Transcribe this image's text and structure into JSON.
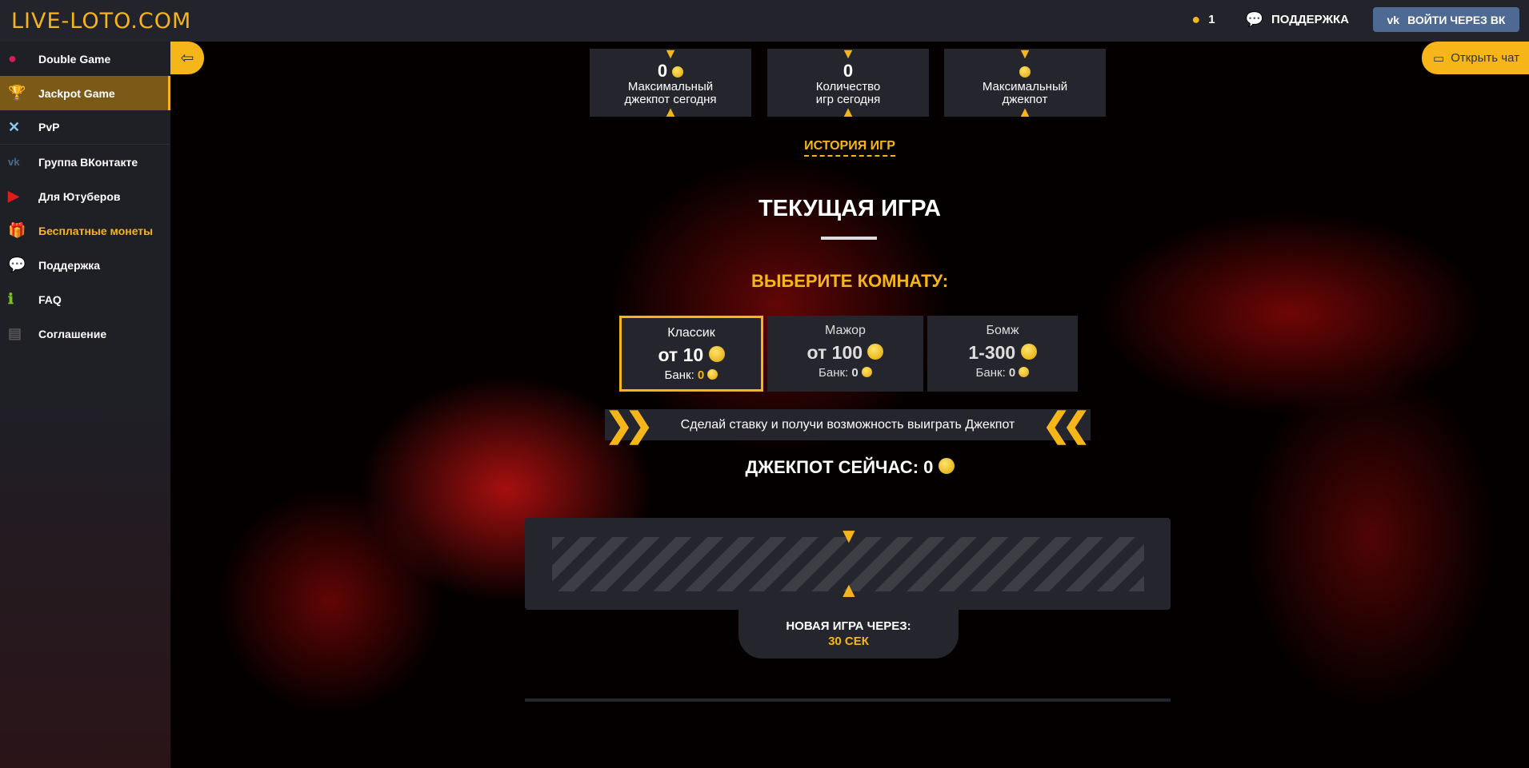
{
  "header": {
    "logo": "LIVE-LOTO.COM",
    "online_count": "1",
    "support_label": "ПОДДЕРЖКА",
    "login_label": "ВОЙТИ ЧЕРЕЗ ВК"
  },
  "sidebar": {
    "items": [
      {
        "label": "Double Game",
        "icon": "chip-icon"
      },
      {
        "label": "Jackpot Game",
        "icon": "trophy-icon"
      },
      {
        "label": "PvP",
        "icon": "swords-icon"
      },
      {
        "label": "Группа ВКонтакте",
        "icon": "vk-icon"
      },
      {
        "label": "Для Ютуберов",
        "icon": "youtube-icon"
      },
      {
        "label": "Бесплатные монеты",
        "icon": "gift-icon"
      },
      {
        "label": "Поддержка",
        "icon": "chat-icon"
      },
      {
        "label": "FAQ",
        "icon": "info-icon"
      },
      {
        "label": "Соглашение",
        "icon": "document-icon"
      }
    ]
  },
  "chat_button": "Открыть чат",
  "stats": [
    {
      "value": "0",
      "label1": "Максимальный",
      "label2": "джекпот сегодня"
    },
    {
      "value": "0",
      "label1": "Количество",
      "label2": "игр сегодня"
    },
    {
      "value": "",
      "label1": "Максимальный",
      "label2": "джекпот"
    }
  ],
  "history_link": "ИСТОРИЯ ИГР",
  "current_title": "ТЕКУЩАЯ ИГРА",
  "choose_room": "ВЫБЕРИТЕ КОМНАТУ:",
  "rooms": [
    {
      "name": "Классик",
      "price": "от 10",
      "bank_label": "Банк:",
      "bank": "0"
    },
    {
      "name": "Мажор",
      "price": "от 100",
      "bank_label": "Банк:",
      "bank": "0"
    },
    {
      "name": "Бомж",
      "price": "1-300",
      "bank_label": "Банк:",
      "bank": "0"
    }
  ],
  "banner": "Сделай ставку и получи возможность выиграть Джекпот",
  "jackpot_now": "ДЖЕКПОТ СЕЙЧАС: 0",
  "timer": {
    "label": "НОВАЯ ИГРА ЧЕРЕЗ:",
    "value": "30 СЕК"
  },
  "colors": {
    "accent": "#f6b61a",
    "panel": "#25252d",
    "header": "#23232b",
    "vk": "#4f6a92"
  }
}
